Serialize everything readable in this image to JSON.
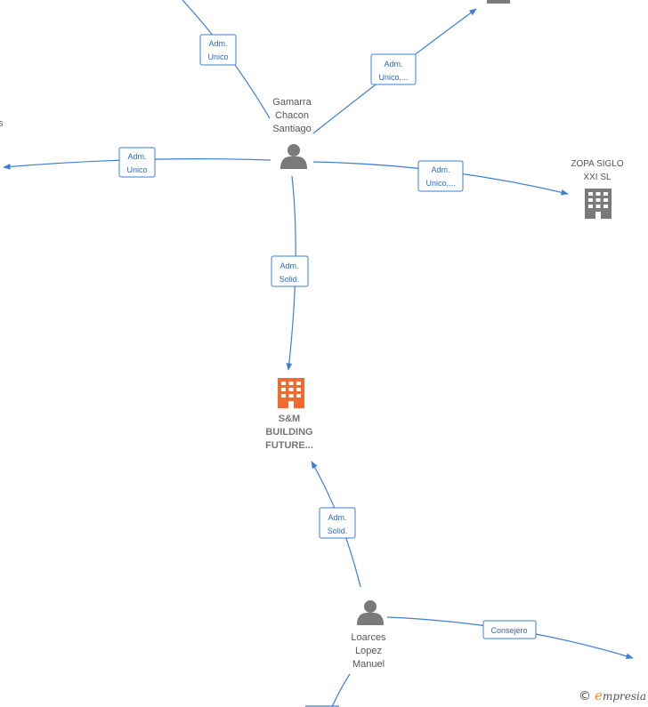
{
  "nodes": {
    "gamarra": {
      "line1": "Gamarra",
      "line2": "Chacon",
      "line3": "Santiago"
    },
    "zopa": {
      "line1": "ZOPA SIGLO",
      "line2": "XXI  SL"
    },
    "sm_building": {
      "line1": "S&M",
      "line2": "BUILDING",
      "line3": "FUTURE..."
    },
    "loarces": {
      "line1": "Loarces",
      "line2": "Lopez",
      "line3": "Manuel"
    },
    "left_partial": {
      "text": "s"
    }
  },
  "edges": {
    "top_left": {
      "line1": "Adm.",
      "line2": "Unico"
    },
    "top_right": {
      "line1": "Adm.",
      "line2": "Unico,..."
    },
    "left": {
      "line1": "Adm.",
      "line2": "Unico"
    },
    "to_zopa": {
      "line1": "Adm.",
      "line2": "Unico,..."
    },
    "gamarra_to_sm": {
      "line1": "Adm.",
      "line2": "Solid."
    },
    "loarces_to_sm": {
      "line1": "Adm.",
      "line2": "Solid."
    },
    "consejero": {
      "line1": "Consejero"
    }
  },
  "colors": {
    "edge": "#3c7fd4",
    "person_icon": "#7a7a7a",
    "company_icon": "#7a7a7a",
    "highlight_company_icon": "#f26a2e"
  },
  "icons": {
    "person": "person-icon",
    "company": "building-icon"
  },
  "brand": {
    "symbol": "©",
    "initial": "e",
    "rest": "mpresia"
  }
}
